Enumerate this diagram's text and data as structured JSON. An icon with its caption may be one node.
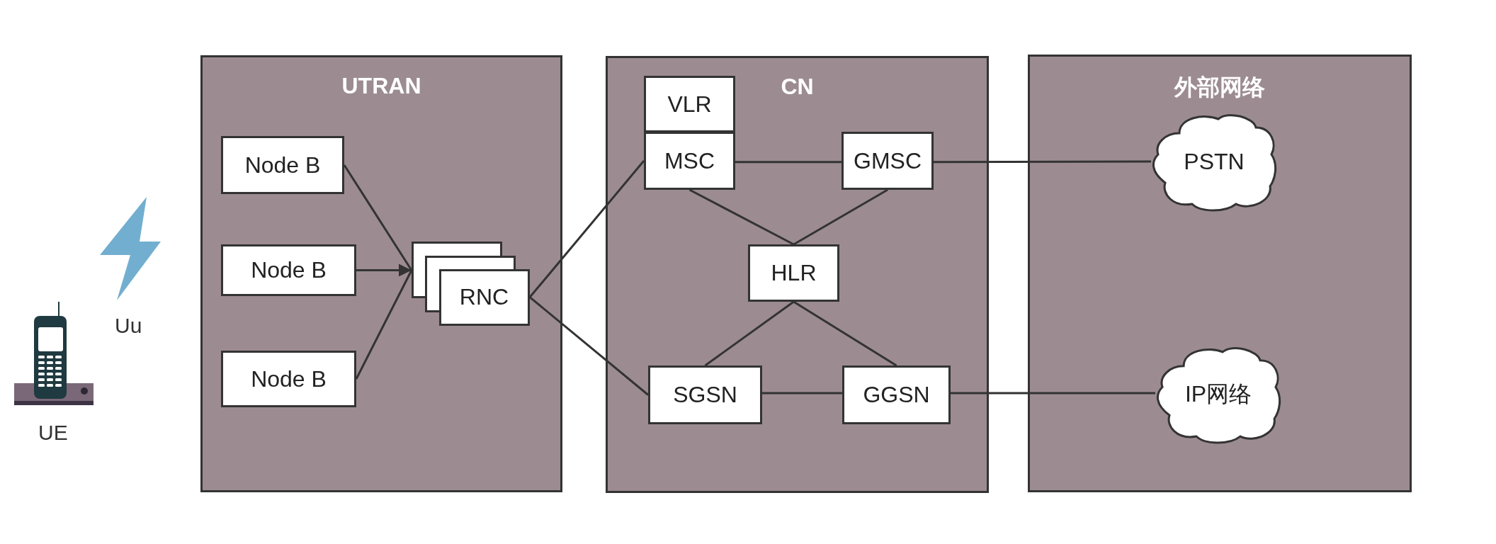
{
  "diagram": {
    "nodes": [
      {
        "text": [
          "UTRAN"
        ]
      },
      {
        "text": [
          "Node B"
        ],
        "in": 0
      },
      {
        "text": [
          "Node B"
        ],
        "in": 0
      },
      {
        "text": [
          "Node B"
        ],
        "in": 0
      },
      {
        "text": [
          "RNC"
        ],
        "in": 0
      },
      {
        "text": [
          "CN"
        ]
      },
      {
        "text": [
          "VLR"
        ],
        "in": 5
      },
      {
        "text": [
          "MSC"
        ],
        "in": 5
      },
      {
        "text": [
          "GMSC"
        ],
        "in": 5
      },
      {
        "text": [
          "HLR"
        ],
        "in": 5
      },
      {
        "text": [
          "SGSN"
        ],
        "in": 5
      },
      {
        "text": [
          "GGSN"
        ],
        "in": 5
      },
      {
        "text": [
          "外部网络"
        ]
      },
      {
        "text": [
          "PSTN"
        ],
        "in": 12
      },
      {
        "text": [
          "IP网络"
        ],
        "in": 12
      }
    ],
    "edges": [
      {
        "from": 1,
        "to": 4,
        "arrow": "none"
      },
      {
        "from": 2,
        "to": 4,
        "arrow": "to"
      },
      {
        "from": 3,
        "to": 4,
        "arrow": "none"
      },
      {
        "from": 4,
        "to": 7,
        "arrow": "none"
      },
      {
        "from": 4,
        "to": 10,
        "arrow": "none"
      },
      {
        "from": 7,
        "to": 8,
        "arrow": "none"
      },
      {
        "from": 7,
        "to": 9,
        "arrow": "none"
      },
      {
        "from": 8,
        "to": 9,
        "arrow": "none"
      },
      {
        "from": 9,
        "to": 10,
        "arrow": "none"
      },
      {
        "from": 9,
        "to": 11,
        "arrow": "none"
      },
      {
        "from": 10,
        "to": 11,
        "arrow": "none"
      },
      {
        "from": 8,
        "to": 13,
        "arrow": "none"
      },
      {
        "from": 11,
        "to": 14,
        "arrow": "none"
      }
    ],
    "labels": [
      "Uu",
      "UE"
    ]
  }
}
